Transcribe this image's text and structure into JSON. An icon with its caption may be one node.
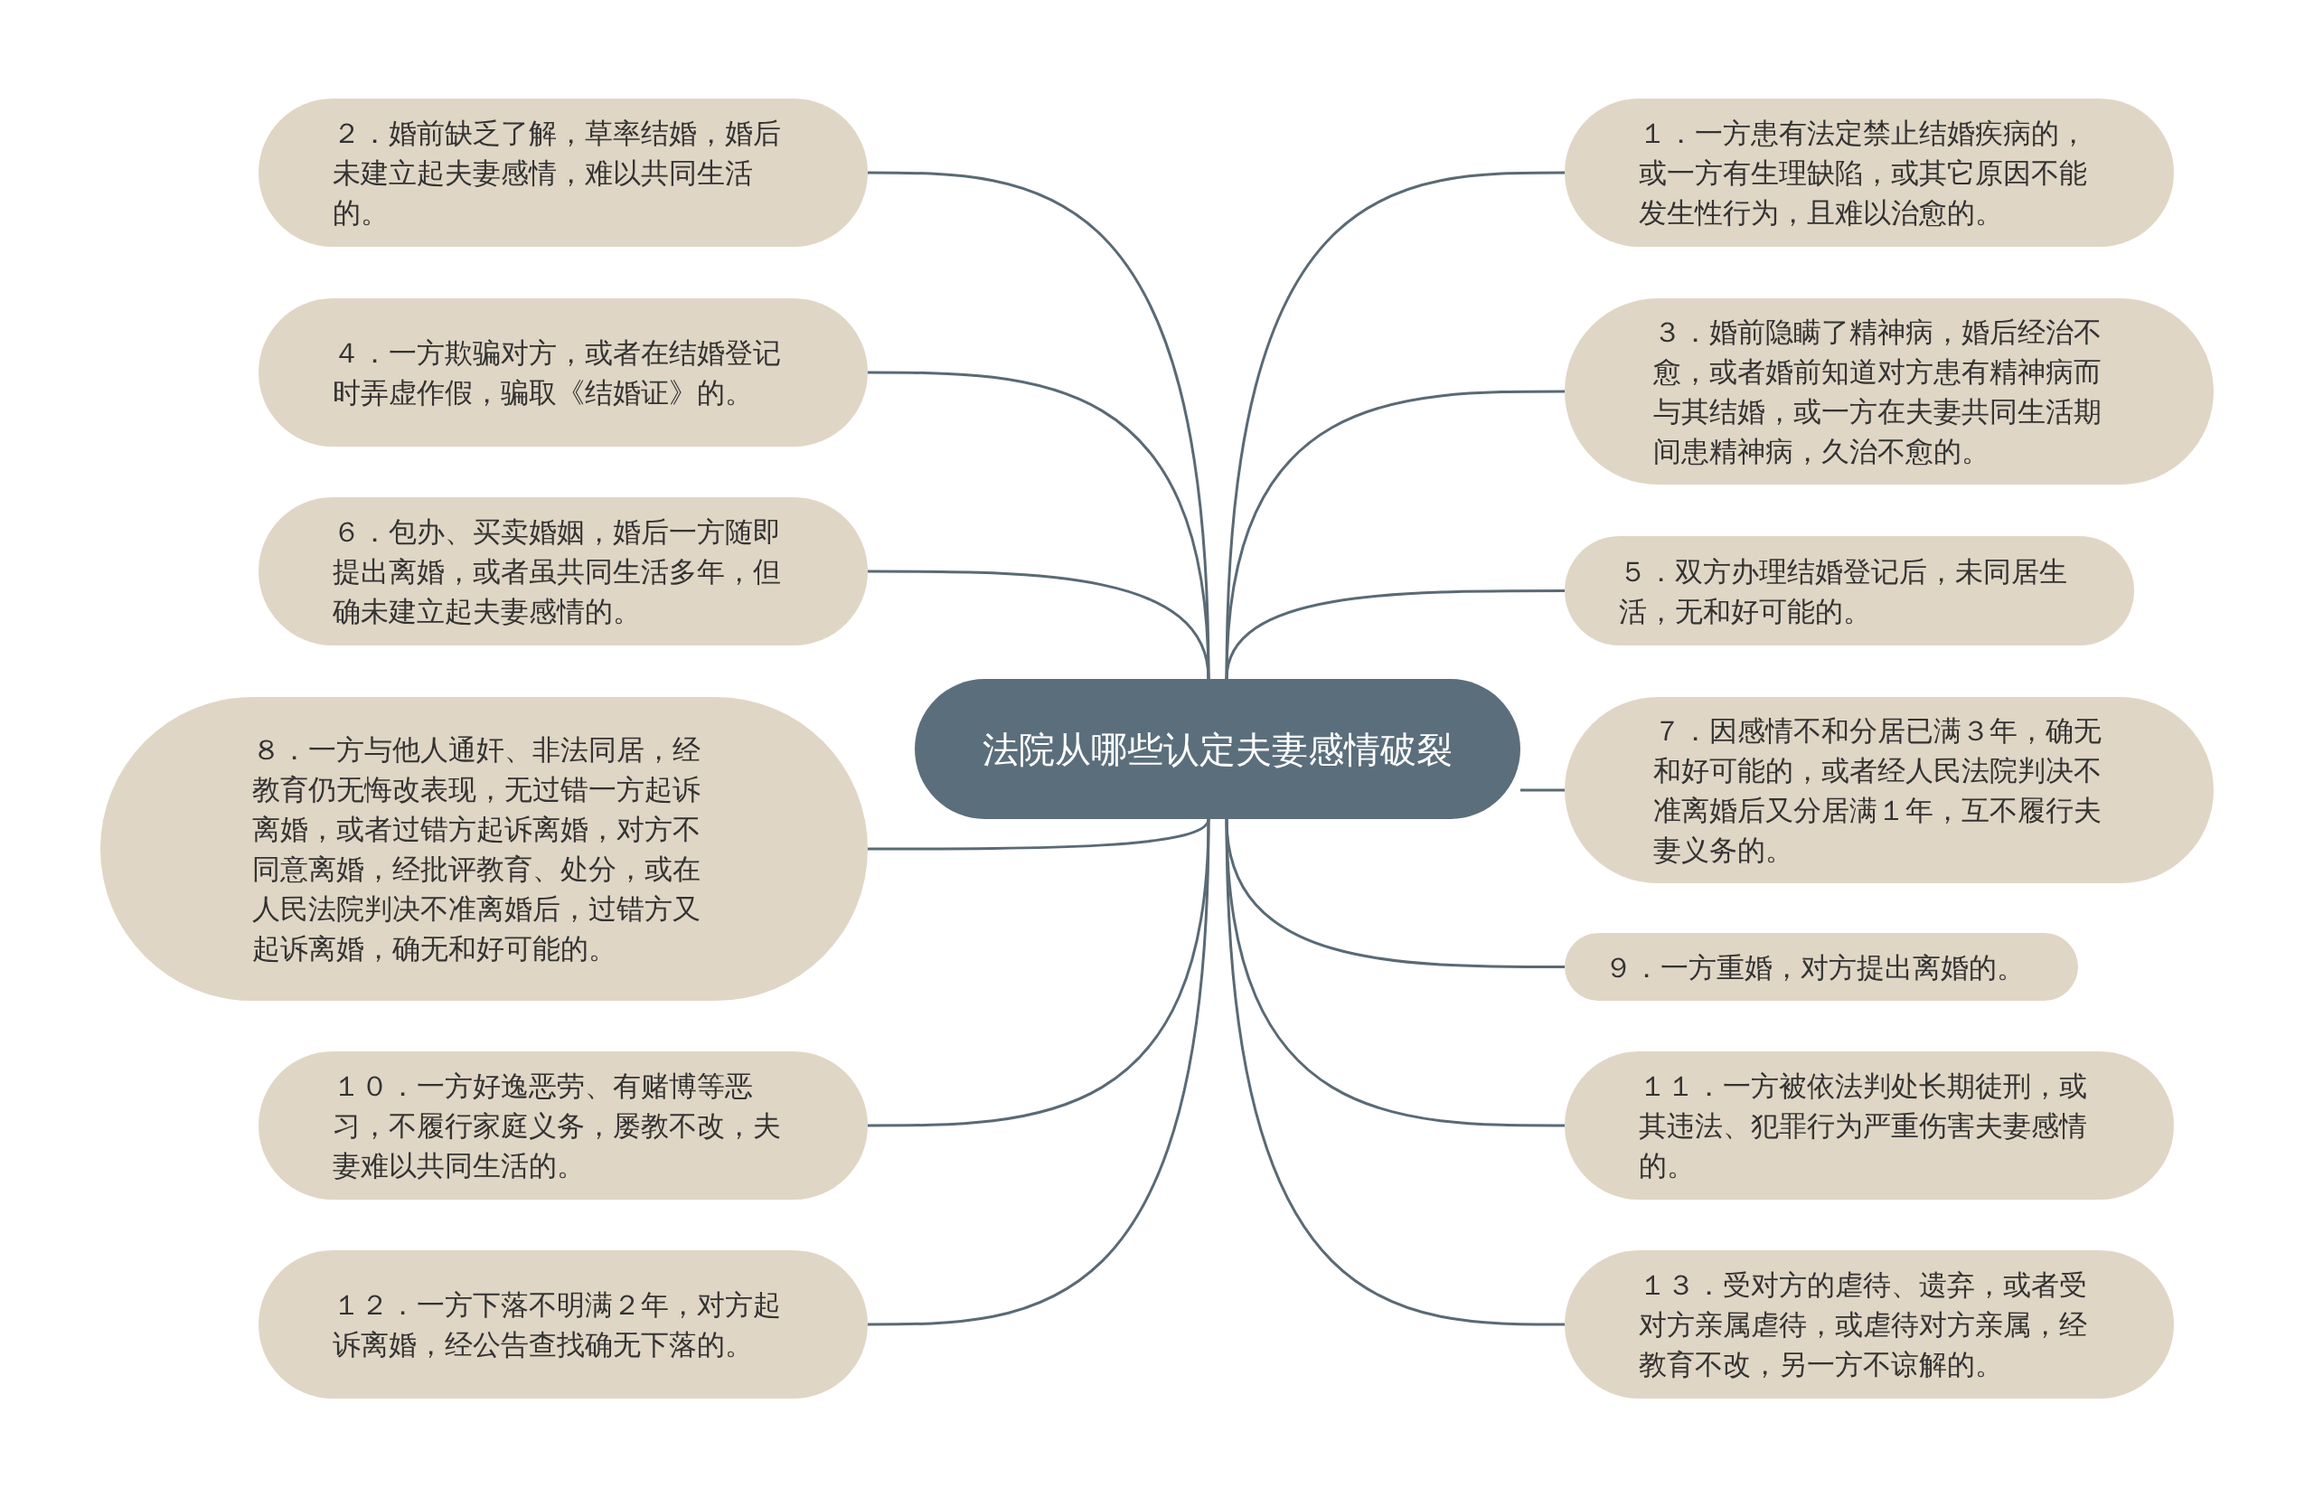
{
  "diagram": {
    "nodes": [
      {
        "text": [
          "法院从哪些认定夫妻感情破裂"
        ]
      },
      {
        "text": [
          "１．一方患有法定禁止结婚疾病的，或一方有生理缺陷，或其它原因不能发生性行为，且难以治愈的。"
        ]
      },
      {
        "text": [
          "２．婚前缺乏了解，草率结婚，婚后未建立起夫妻感情，难以共同生活的。"
        ]
      },
      {
        "text": [
          "３．婚前隐瞒了精神病，婚后经治不愈，或者婚前知道对方患有精神病而与其结婚，或一方在夫妻共同生活期间患精神病，久治不愈的。"
        ]
      },
      {
        "text": [
          "４．一方欺骗对方，或者在结婚登记时弄虚作假，骗取《结婚证》的。"
        ]
      },
      {
        "text": [
          "５．双方办理结婚登记后，未同居生活，无和好可能的。"
        ]
      },
      {
        "text": [
          "６．包办、买卖婚姻，婚后一方随即提出离婚，或者虽共同生活多年，但确未建立起夫妻感情的。"
        ]
      },
      {
        "text": [
          "７．因感情不和分居已满３年，确无和好可能的，或者经人民法院判决不准离婚后又分居满１年，互不履行夫妻义务的。"
        ]
      },
      {
        "text": [
          "８．一方与他人通奸、非法同居，经教育仍无悔改表现，无过错一方起诉离婚，或者过错方起诉离婚，对方不同意离婚，经批评教育、处分，或在人民法院判决不准离婚后，过错方又起诉离婚，确无和好可能的。"
        ]
      },
      {
        "text": [
          "９．一方重婚，对方提出离婚的。"
        ]
      },
      {
        "text": [
          "１０．一方好逸恶劳、有赌博等恶习，不履行家庭义务，屡教不改，夫妻难以共同生活的。"
        ]
      },
      {
        "text": [
          "１１．一方被依法判处长期徒刑，或其违法、犯罪行为严重伤害夫妻感情的。"
        ]
      },
      {
        "text": [
          "１２．一方下落不明满２年，对方起诉离婚，经公告查找确无下落的。"
        ]
      },
      {
        "text": [
          "１３．受对方的虐待、遗弃，或者受对方亲属虐待，或虐待对方亲属，经教育不改，另一方不谅解的。"
        ]
      }
    ],
    "edges": [
      {
        "from": 0,
        "to": 1,
        "arrow": "none"
      },
      {
        "from": 0,
        "to": 2,
        "arrow": "none"
      },
      {
        "from": 0,
        "to": 3,
        "arrow": "none"
      },
      {
        "from": 0,
        "to": 4,
        "arrow": "none"
      },
      {
        "from": 0,
        "to": 5,
        "arrow": "none"
      },
      {
        "from": 0,
        "to": 6,
        "arrow": "none"
      },
      {
        "from": 0,
        "to": 7,
        "arrow": "none"
      },
      {
        "from": 0,
        "to": 8,
        "arrow": "none"
      },
      {
        "from": 0,
        "to": 9,
        "arrow": "none"
      },
      {
        "from": 0,
        "to": 10,
        "arrow": "none"
      },
      {
        "from": 0,
        "to": 11,
        "arrow": "none"
      },
      {
        "from": 0,
        "to": 12,
        "arrow": "none"
      },
      {
        "from": 0,
        "to": 13,
        "arrow": "none"
      }
    ]
  }
}
